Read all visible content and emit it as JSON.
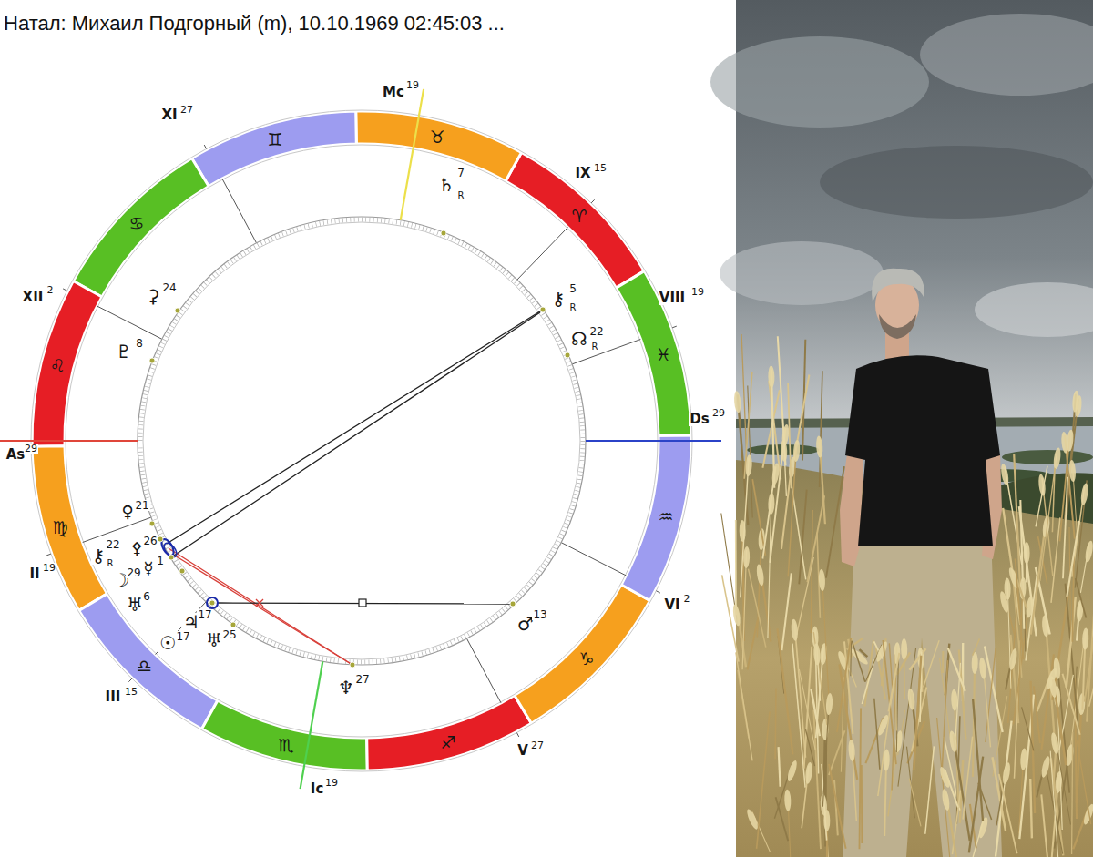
{
  "diagram": {
    "title": "Натал: Михаил Подгорный (m), 10.10.1969 02:45:03 ...",
    "labels": [
      "Mc",
      "19",
      "XI",
      "27",
      "♊",
      "♉",
      "IX",
      "15",
      "♄",
      "7",
      "R",
      "♈",
      "♋",
      "XII",
      "2",
      "VIII",
      "19",
      "⚳",
      "24",
      "⚷",
      "5",
      "R",
      "♇",
      "8",
      "☊",
      "22",
      "R",
      "♌",
      "♓",
      "Ds",
      "29",
      "As",
      "29",
      "♀",
      "21",
      "♍",
      "♒",
      "⚷",
      "R",
      "22",
      "⚴",
      "26",
      "☿",
      "1",
      "II",
      "19",
      "☽",
      "29",
      "VI",
      "2",
      "♅",
      "6",
      "♃",
      "17",
      "♂",
      "13",
      "♅",
      "25",
      "☉",
      "17",
      "♑",
      "♎",
      "III",
      "15",
      "♆",
      "27",
      "♏",
      "♐",
      "V",
      "27",
      "Ic",
      "19"
    ]
  }
}
